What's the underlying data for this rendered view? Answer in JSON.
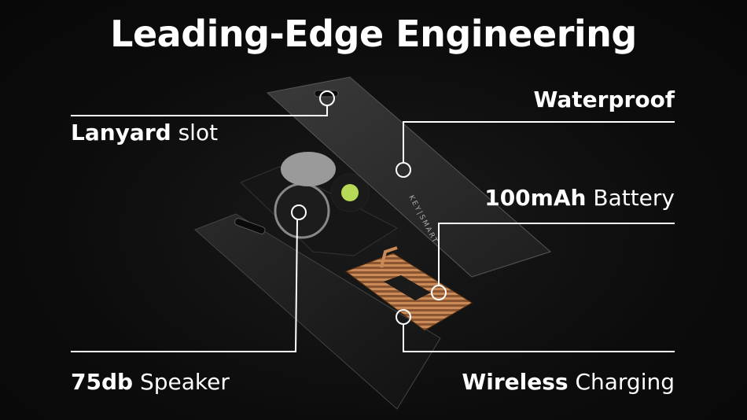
{
  "title": "Leading-Edge Engineering",
  "callouts": {
    "lanyard": {
      "bold": "Lanyard",
      "rest": " slot"
    },
    "waterproof": {
      "bold": "Waterproof",
      "rest": ""
    },
    "battery": {
      "bold": "100mAh",
      "rest": " Battery"
    },
    "speaker": {
      "bold": "75db",
      "rest": " Speaker"
    },
    "wireless": {
      "bold": "Wireless",
      "rest": " Charging"
    }
  },
  "product_brand": "KEY|SMART",
  "colors": {
    "background": "#0d0d0d",
    "text": "#ffffff",
    "coil": "#b87a4b"
  }
}
